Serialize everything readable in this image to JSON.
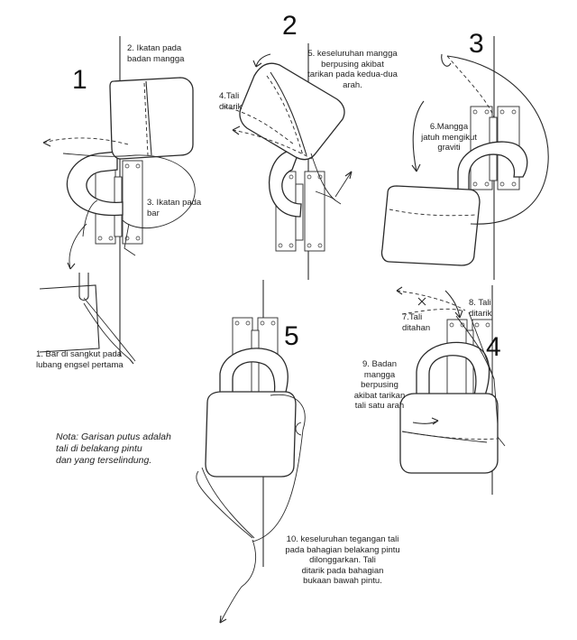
{
  "steps": [
    {
      "number": "1",
      "labels": [
        "2. Ikatan pada\nbadan mangga",
        "3. Ikatan pada\nbar",
        "1. Bar di sangkut pada\nlubang engsel pertama"
      ]
    },
    {
      "number": "2",
      "labels": [
        "5. keseluruhan mangga\nberpusing akibat\ntarikan pada kedua-dua\narah.",
        "4.Tali\nditarik"
      ]
    },
    {
      "number": "3",
      "labels": [
        "6.Mangga\njatuh mengikut\ngraviti"
      ]
    },
    {
      "number": "4",
      "labels": [
        "7.Tali\nditahan",
        "8. Tali\nditarik",
        "9. Badan\nmangga\nberpusing\nakibat tarikan\ntali satu arah"
      ]
    },
    {
      "number": "5",
      "labels": [
        "10. keseluruhan tegangan tali\npada bahagian belakang pintu\ndilonggarkan. Tali\nditarik pada bahagian\nbukaan bawah pintu."
      ]
    }
  ],
  "note": "Nota: Garisan putus adalah\ntali di belakang pintu\ndan yang terselindung."
}
